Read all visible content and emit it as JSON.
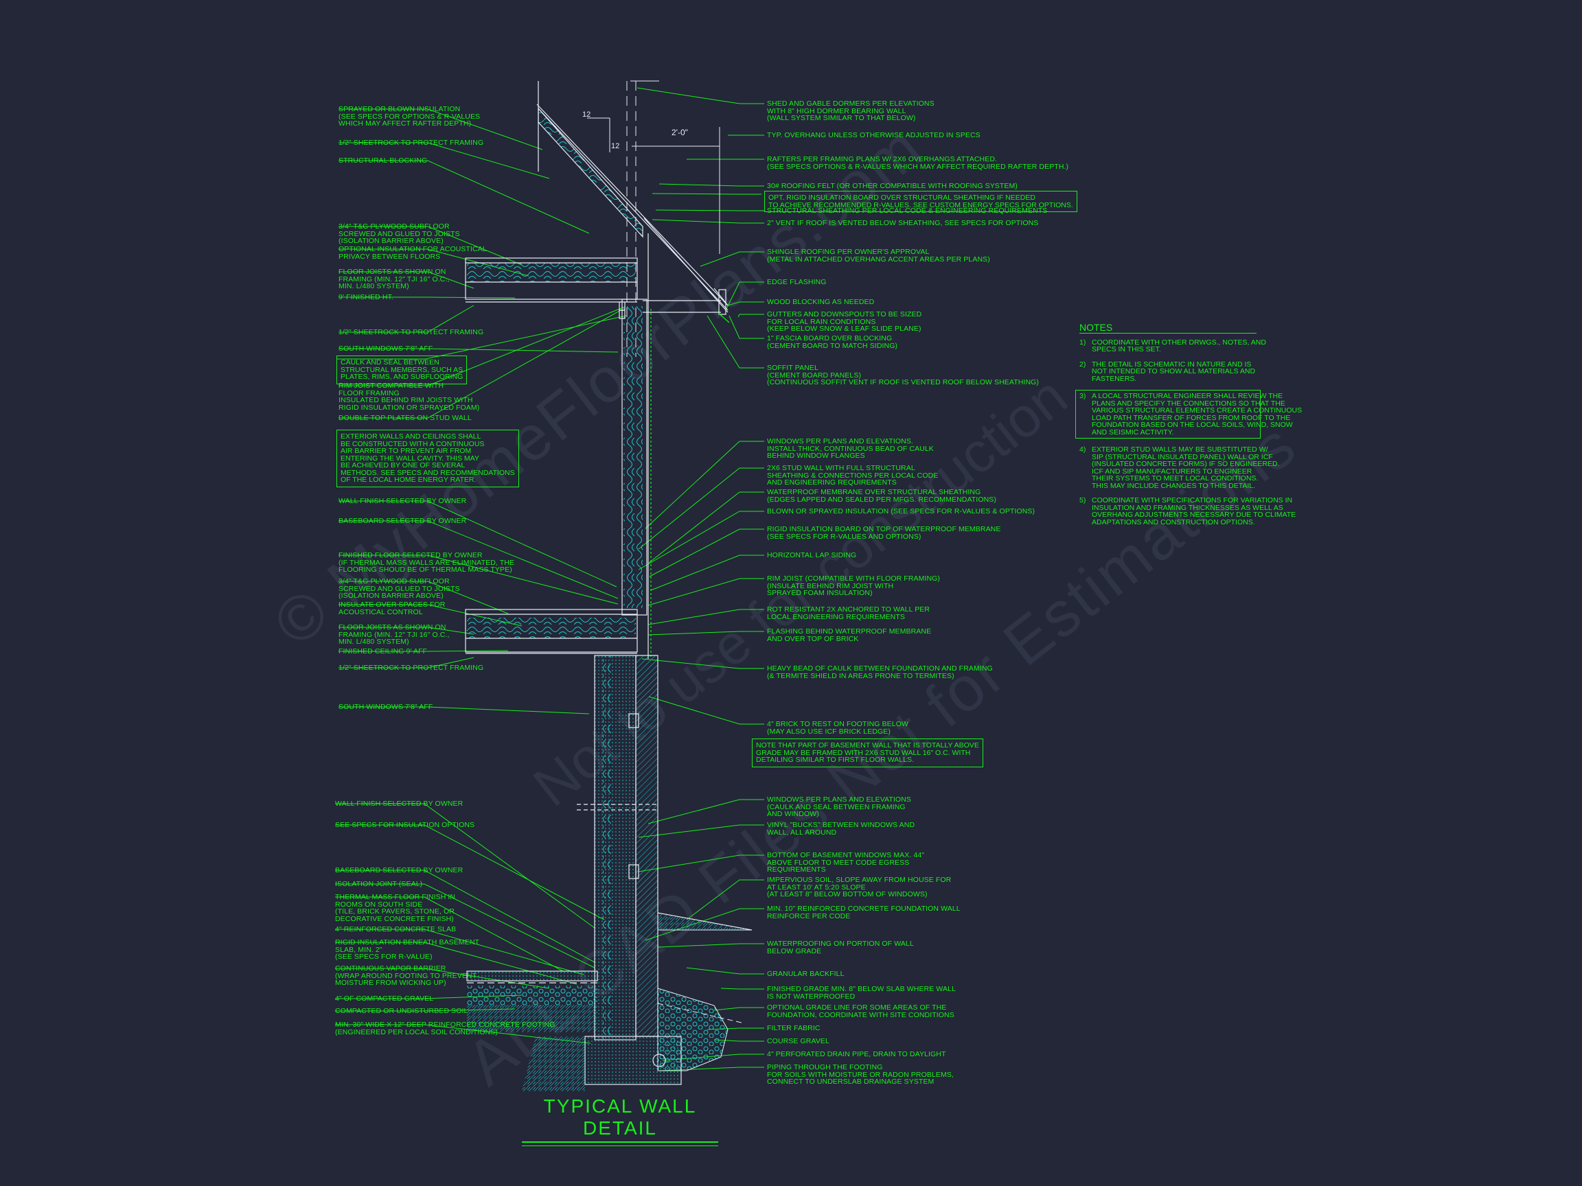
{
  "title": "TYPICAL WALL DETAIL",
  "watermark": {
    "line1": "© MyHomeFloorPlans.com",
    "line2": "Not to use for construction",
    "line3": "ALL CAD Files Not for Estimations"
  },
  "dims": {
    "slope_run": "12",
    "slope_rise": "12",
    "overhang": "2'-0\""
  },
  "colors": {
    "background": "#232738",
    "linework": "#19f019",
    "insulation": "#1fc9c9",
    "watermark": "#3c4256"
  },
  "left_labels": [
    {
      "id": "l1",
      "lines": [
        "SPRAYED OR BLOWN INSULATION",
        "(SEE SPECS FOR OPTIONS & R-VALUES",
        "WHICH MAY AFFECT RAFTER DEPTH)"
      ]
    },
    {
      "id": "l2",
      "lines": [
        "1/2\" SHEETROCK TO PROTECT FRAMING"
      ]
    },
    {
      "id": "l3",
      "lines": [
        "STRUCTURAL BLOCKING"
      ]
    },
    {
      "id": "l4",
      "lines": [
        "3/4\" T&G PLYWOOD SUBFLOOR",
        "SCREWED AND GLUED TO JOISTS",
        "(ISOLATION BARRIER ABOVE)"
      ]
    },
    {
      "id": "l5",
      "lines": [
        "OPTIONAL INSULATION FOR ACOUSTICAL",
        "PRIVACY BETWEEN FLOORS"
      ]
    },
    {
      "id": "l6",
      "lines": [
        "FLOOR JOISTS AS SHOWN ON",
        "FRAMING (MIN. 12\" TJI 16\" O.C.,",
        "MIN. L/480 SYSTEM)"
      ]
    },
    {
      "id": "l7",
      "lines": [
        "9' FINISHED HT."
      ]
    },
    {
      "id": "l8",
      "lines": [
        "1/2\" SHEETROCK TO PROTECT FRAMING"
      ]
    },
    {
      "id": "l9",
      "lines": [
        "SOUTH WINDOWS 7'8\" AFF"
      ]
    },
    {
      "id": "l11",
      "lines": [
        "RIM JOIST COMPATIBLE WITH",
        "FLOOR FRAMING",
        "INSULATED BEHIND RIM JOISTS WITH",
        "RIGID INSULATION OR SPRAYED FOAM)"
      ]
    },
    {
      "id": "l12",
      "lines": [
        "DOUBLE TOP PLATES ON STUD WALL"
      ]
    },
    {
      "id": "l14",
      "lines": [
        "WALL FINISH SELECTED BY OWNER"
      ]
    },
    {
      "id": "l15",
      "lines": [
        "BASEBOARD SELECTED BY OWNER"
      ]
    },
    {
      "id": "l16",
      "lines": [
        "FINISHED FLOOR SELECTED BY OWNER",
        "(IF THERMAL MASS WALLS ARE ELIMINATED, THE",
        "FLOORING SHOUD BE OF THERMAL MASS TYPE)"
      ]
    },
    {
      "id": "l17",
      "lines": [
        "3/4\" T&G PLYWOOD SUBFLOOR",
        "SCREWED AND GLUED TO JOISTS",
        "(ISOLATION BARRIER ABOVE)"
      ]
    },
    {
      "id": "l18",
      "lines": [
        "INSULATE OVER SPACES FOR",
        "ACOUSTICAL CONTROL"
      ]
    },
    {
      "id": "l19",
      "lines": [
        "FLOOR JOISTS AS SHOWN ON",
        "FRAMING (MIN. 12\" TJI 16\" O.C.,",
        "MIN. L/480 SYSTEM)"
      ]
    },
    {
      "id": "l20",
      "lines": [
        "FINISHED CEILING 9' AFF"
      ]
    },
    {
      "id": "l21",
      "lines": [
        "1/2\" SHEETROCK TO PROTECT FRAMING"
      ]
    },
    {
      "id": "l22",
      "lines": [
        "SOUTH WINDOWS 7'8\" AFF"
      ]
    },
    {
      "id": "l23",
      "lines": [
        "WALL FINISH SELECTED BY OWNER"
      ]
    },
    {
      "id": "l24",
      "lines": [
        "SEE SPECS FOR INSULATION OPTIONS"
      ]
    },
    {
      "id": "l25",
      "lines": [
        "BASEBOARD SELECTED BY OWNER"
      ]
    },
    {
      "id": "l26",
      "lines": [
        "ISOLATION JOINT (SEAL)"
      ]
    },
    {
      "id": "l27",
      "lines": [
        "THERMAL MASS FLOOR FINISH IN",
        "ROOMS ON SOUTH SIDE",
        "(TILE, BRICK PAVERS, STONE, OR",
        "DECORATIVE CONCRETE FINISH)"
      ]
    },
    {
      "id": "l28",
      "lines": [
        "4\" REINFORCED CONCRETE SLAB"
      ]
    },
    {
      "id": "l29",
      "lines": [
        "RIGID INSULATION BENEATH BASEMENT",
        "SLAB, MIN. 2\"",
        "(SEE SPECS FOR R-VALUE)"
      ]
    },
    {
      "id": "l30",
      "lines": [
        "CONTINUOUS VAPOR BARRIER",
        "(WRAP AROUND FOOTING TO PREVENT",
        "MOISTURE FROM WICKING UP)"
      ]
    },
    {
      "id": "l31",
      "lines": [
        "4\" OF COMPACTED GRAVEL"
      ]
    },
    {
      "id": "l32",
      "lines": [
        "COMPACTED OR UNDISTURBED SOIL"
      ]
    },
    {
      "id": "l33",
      "lines": [
        "MIN. 30\" WIDE X 12\" DEEP REINFORCED CONCRETE FOOTING",
        "(ENGINEERED PER LOCAL SOIL CONDITIONS)"
      ]
    }
  ],
  "left_boxes": [
    {
      "id": "b10",
      "lines": [
        "CAULK AND SEAL BETWEEN",
        "STRUCTURAL MEMBERS, SUCH AS",
        "PLATES, RIMS, AND SUBFLOORING"
      ]
    },
    {
      "id": "b13",
      "lines": [
        "EXTERIOR WALLS AND CEILINGS SHALL",
        "BE CONSTRUCTED WITH A CONTINUOUS",
        "AIR BARRIER TO PREVENT AIR FROM",
        "ENTERING THE WALL CAVITY. THIS MAY",
        "BE ACHIEVED BY ONE OF SEVERAL",
        "METHODS. SEE SPECS AND RECOMMENDATIONS",
        "OF THE LOCAL HOME ENERGY RATER."
      ]
    }
  ],
  "right_labels": [
    {
      "id": "r1",
      "lines": [
        "SHED AND GABLE DORMERS PER ELEVATIONS",
        "WITH 8\" HIGH DORMER BEARING WALL",
        "(WALL SYSTEM SIMILAR TO THAT BELOW)"
      ]
    },
    {
      "id": "r2",
      "lines": [
        "TYP. OVERHANG UNLESS OTHERWISE ADJUSTED IN SPECS"
      ]
    },
    {
      "id": "r3",
      "lines": [
        "RAFTERS PER FRAMING PLANS W/ 2X6 OVERHANGS ATTACHED.",
        "(SEE SPECS OPTIONS & R-VALUES WHICH MAY AFFECT REQUIRED RAFTER DEPTH.)"
      ]
    },
    {
      "id": "r4",
      "lines": [
        "30# ROOFING FELT (OR OTHER COMPATIBLE WITH ROOFING SYSTEM)"
      ]
    },
    {
      "id": "r6",
      "lines": [
        "STRUCTURAL SHEATHING PER LOCAL CODE & ENGINEERING REQUIREMENTS"
      ]
    },
    {
      "id": "r7",
      "lines": [
        "2\" VENT IF ROOF IS VENTED BELOW SHEATHING, SEE SPECS FOR OPTIONS"
      ]
    },
    {
      "id": "r8",
      "lines": [
        "SHINGLE ROOFING PER OWNER'S APPROVAL",
        "(METAL IN ATTACHED OVERHANG ACCENT AREAS PER PLANS)"
      ]
    },
    {
      "id": "r9",
      "lines": [
        "EDGE FLASHING"
      ]
    },
    {
      "id": "r10",
      "lines": [
        "WOOD BLOCKING AS NEEDED"
      ]
    },
    {
      "id": "r11",
      "lines": [
        "GUTTERS AND DOWNSPOUTS TO BE SIZED",
        "FOR LOCAL RAIN CONDITIONS",
        "(KEEP BELOW SNOW & LEAF SLIDE PLANE)"
      ]
    },
    {
      "id": "r12",
      "lines": [
        "1\" FASCIA BOARD OVER BLOCKING",
        "(CEMENT BOARD TO MATCH SIDING)"
      ]
    },
    {
      "id": "r13",
      "lines": [
        "SOFFIT PANEL",
        "(CEMENT BOARD PANELS)",
        "(CONTINUOUS SOFFIT VENT IF ROOF IS VENTED ROOF BELOW SHEATHING)"
      ]
    },
    {
      "id": "r14",
      "lines": [
        "WINDOWS PER PLANS AND ELEVATIONS.",
        "INSTALL THICK, CONTINUOUS BEAD OF CAULK",
        "BEHIND WINDOW FLANGES"
      ]
    },
    {
      "id": "r15",
      "lines": [
        "2X6 STUD WALL WITH FULL STRUCTURAL",
        "SHEATHING & CONNECTIONS PER LOCAL CODE",
        "AND ENGINEERING REQUIREMENTS"
      ]
    },
    {
      "id": "r16",
      "lines": [
        "WATERPROOF MEMBRANE OVER STRUCTURAL SHEATHING",
        "(EDGES LAPPED AND SEALED PER MFGS. RECOMMENDATIONS)"
      ]
    },
    {
      "id": "r17",
      "lines": [
        "BLOWN OR SPRAYED INSULATION (SEE SPECS FOR R-VALUES & OPTIONS)"
      ]
    },
    {
      "id": "r18",
      "lines": [
        "RIGID INSULATION BOARD ON TOP OF WATERPROOF MEMBRANE",
        "(SEE SPECS FOR R-VALUES AND OPTIONS)"
      ]
    },
    {
      "id": "r19",
      "lines": [
        "HORIZONTAL LAP SIDING"
      ]
    },
    {
      "id": "r20",
      "lines": [
        "RIM JOIST (COMPATIBLE WITH FLOOR FRAMING)",
        "(INSULATE BEHIND RIM JOIST WITH",
        "SPRAYED FOAM INSULATION)"
      ]
    },
    {
      "id": "r21",
      "lines": [
        "ROT RESISTANT 2X ANCHORED TO WALL PER",
        "LOCAL ENGINEERING REQUIREMENTS"
      ]
    },
    {
      "id": "r22",
      "lines": [
        "FLASHING BEHIND WATERPROOF MEMBRANE",
        "AND OVER TOP OF BRICK"
      ]
    },
    {
      "id": "r23",
      "lines": [
        "HEAVY BEAD OF CAULK BETWEEN FOUNDATION AND FRAMING",
        "(& TERMITE SHIELD IN AREAS PRONE TO TERMITES)"
      ]
    },
    {
      "id": "r24",
      "lines": [
        "4\" BRICK TO REST ON FOOTING BELOW",
        "(MAY ALSO USE ICF BRICK LEDGE)"
      ]
    },
    {
      "id": "r26",
      "lines": [
        "WINDOWS PER PLANS AND ELEVATIONS",
        "(CAULK AND SEAL BETWEEN FRAMING",
        "AND WINDOW)"
      ]
    },
    {
      "id": "r27",
      "lines": [
        "VINYL \"BUCKS\" BETWEEN WINDOWS AND",
        "WALL, ALL AROUND"
      ]
    },
    {
      "id": "r28",
      "lines": [
        "BOTTOM OF BASEMENT WINDOWS MAX. 44\"",
        "ABOVE FLOOR TO MEET CODE EGRESS",
        "REQUIREMENTS"
      ]
    },
    {
      "id": "r29",
      "lines": [
        "IMPERVIOUS SOIL, SLOPE AWAY FROM HOUSE FOR",
        "AT LEAST 10' AT 5:20 SLOPE",
        "(AT LEAST 8\" BELOW BOTTOM OF WINDOWS)"
      ]
    },
    {
      "id": "r30",
      "lines": [
        "MIN. 10\" REINFORCED CONCRETE FOUNDATION WALL",
        "REINFORCE PER CODE"
      ]
    },
    {
      "id": "r31",
      "lines": [
        "WATERPROOFING ON PORTION OF WALL",
        "BELOW GRADE"
      ]
    },
    {
      "id": "r32",
      "lines": [
        "GRANULAR BACKFILL"
      ]
    },
    {
      "id": "r33",
      "lines": [
        "FINISHED GRADE MIN. 8\" BELOW SLAB WHERE WALL",
        "IS NOT WATERPROOFED"
      ]
    },
    {
      "id": "r34",
      "lines": [
        "OPTIONAL GRADE LINE FOR SOME AREAS OF THE",
        "FOUNDATION, COORDINATE WITH SITE CONDITIONS"
      ]
    },
    {
      "id": "r35",
      "lines": [
        "FILTER FABRIC"
      ]
    },
    {
      "id": "r36",
      "lines": [
        "COURSE GRAVEL"
      ]
    },
    {
      "id": "r37",
      "lines": [
        "4\" PERFORATED DRAIN PIPE, DRAIN TO DAYLIGHT"
      ]
    },
    {
      "id": "r38",
      "lines": [
        "PIPING THROUGH THE FOOTING",
        "FOR SOILS WITH MOISTURE OR RADON PROBLEMS,",
        "CONNECT TO UNDERSLAB DRAINAGE SYSTEM"
      ]
    }
  ],
  "right_boxes": [
    {
      "id": "rb5",
      "lines": [
        "OPT. RIGID INSULATION BOARD OVER STRUCTURAL SHEATHING IF NEEDED",
        "TO ACHIEVE RECOMMENDED R-VALUES. SEE CUSTOM ENERGY SPECS FOR OPTIONS."
      ]
    },
    {
      "id": "rb25",
      "lines": [
        "NOTE THAT PART OF BASEMENT WALL THAT IS TOTALLY ABOVE",
        "GRADE MAY BE FRAMED WITH 2X6 STUD WALL 16\" O.C. WITH",
        "DETAILING SIMILAR TO FIRST FLOOR WALLS."
      ]
    }
  ],
  "notes": {
    "title": "NOTES",
    "items": [
      {
        "num": "1)",
        "lines": [
          "COORDINATE WITH OTHER DRWGS., NOTES, AND",
          "SPECS IN THIS SET."
        ]
      },
      {
        "num": "2)",
        "lines": [
          "THE DETAIL IS SCHEMATIC IN NATURE AND IS",
          "NOT INTENDED TO SHOW ALL MATERIALS AND",
          "FASTENERS."
        ]
      },
      {
        "num": "3)",
        "lines": [
          "A LOCAL STRUCTURAL ENGINEER SHALL REVIEW THE",
          "PLANS AND SPECIFY THE CONNECTIONS SO THAT THE",
          "VARIOUS STRUCTURAL ELEMENTS CREATE A CONTINUOUS",
          "LOAD PATH TRANSFER OF FORCES FROM ROOF TO THE",
          "FOUNDATION BASED ON THE LOCAL SOILS, WIND, SNOW",
          "AND SEISMIC ACTIVITY."
        ],
        "boxed": true
      },
      {
        "num": "4)",
        "lines": [
          "EXTERIOR STUD WALLS MAY BE SUBSTITUTED W/",
          "SIP (STRUCTURAL INSULATED PANEL) WALL OR ICF",
          "(INSULATED CONCRETE FORMS) IF SO ENGINEERED.",
          "ICF AND SIP MANUFACTURERS TO ENGINEER",
          "THEIR SYSTEMS TO MEET LOCAL CONDITIONS.",
          "THIS MAY INCLUDE CHANGES TO THIS DETAIL."
        ]
      },
      {
        "num": "5)",
        "lines": [
          "COORDINATE WITH SPECIFICATIONS FOR VARIATIONS IN",
          "INSULATION AND FRAMING THICKNESSES AS WELL AS",
          "OVERHANG ADJUSTMENTS NECESSARY DUE TO CLIMATE",
          "ADAPTATIONS AND CONSTRUCTION OPTIONS."
        ]
      }
    ]
  }
}
